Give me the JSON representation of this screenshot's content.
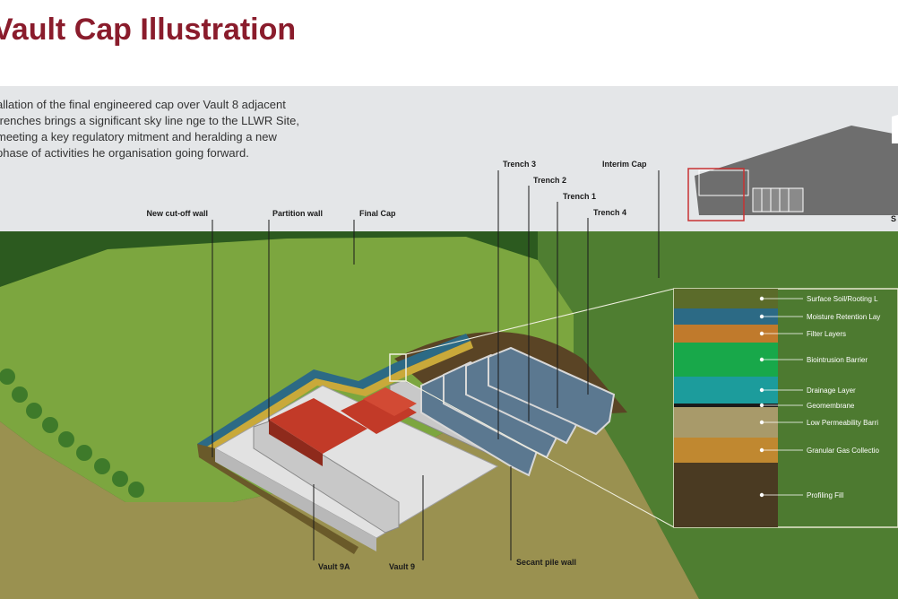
{
  "title": "Vault Cap Illustration",
  "intro": "allation of the final engineered cap over Vault 8 adjacent trenches brings a significant sky line nge to the LLWR Site, meeting a key regulatory mitment and heralding a new phase of activities he organisation going forward.",
  "labels": {
    "new_cutoff_wall": "New cut-off wall",
    "partition_wall": "Partition wall",
    "final_cap": "Final Cap",
    "trench3": "Trench 3",
    "trench2": "Trench 2",
    "trench1": "Trench 1",
    "trench4": "Trench 4",
    "interim_cap": "Interim Cap",
    "vault9a": "Vault 9A",
    "vault9": "Vault 9",
    "secant_pile_wall": "Secant pile wall",
    "site_map_label": "S"
  },
  "layers": [
    {
      "name": "Surface Soil/Rooting L",
      "color": "#5b6b2a"
    },
    {
      "name": "Moisture Retention Lay",
      "color": "#2c6a85"
    },
    {
      "name": "Filter Layers",
      "color": "#c07a2c"
    },
    {
      "name": "Biointrusion Barrier",
      "color": "#18a84a"
    },
    {
      "name": "Drainage Layer",
      "color": "#1c9c9c"
    },
    {
      "name": "Geomembrane",
      "color": "#1a1a1a"
    },
    {
      "name": "Low Permeability Barri",
      "color": "#a89a6a"
    },
    {
      "name": "Granular Gas Collectio",
      "color": "#c08830"
    },
    {
      "name": "Profiling Fill",
      "color": "#4a3a22"
    }
  ],
  "colors": {
    "title": "#8a1c2c",
    "sky": "#e4e6e8",
    "grass": "#6f9a3a",
    "ground": "#9a9150",
    "vault_block": "#c23a28"
  }
}
